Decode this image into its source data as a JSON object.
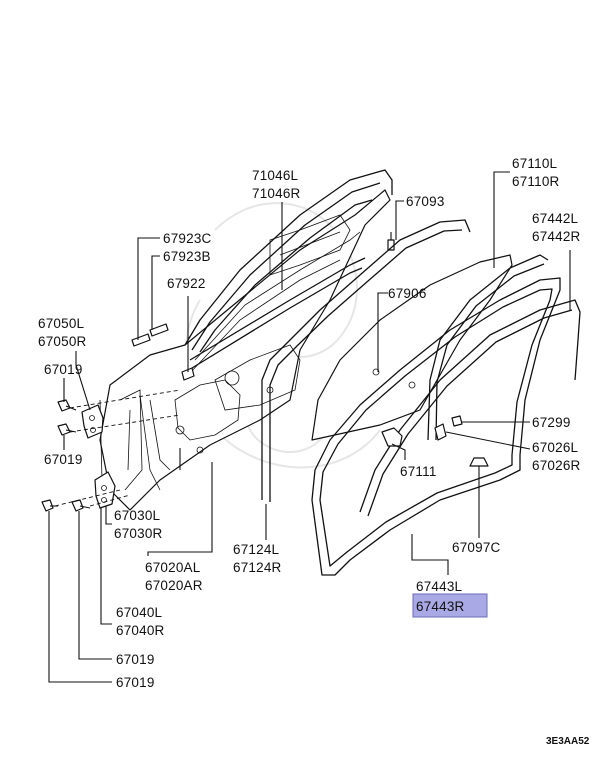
{
  "diagram_code": "3E3AA52",
  "highlight_color": "#a9a9e6",
  "labels": {
    "p71046l": "71046L",
    "p71046r": "71046R",
    "p67093": "67093",
    "p67110l": "67110L",
    "p67110r": "67110R",
    "p67923c": "67923C",
    "p67923b": "67923B",
    "p67442l": "67442L",
    "p67442r": "67442R",
    "p67922": "67922",
    "p67906": "67906",
    "p67050l": "67050L",
    "p67050r": "67050R",
    "p67019a": "67019",
    "p67019b": "67019",
    "p67299": "67299",
    "p67026l": "67026L",
    "p67026r": "67026R",
    "p67111": "67111",
    "p67030l": "67030L",
    "p67030r": "67030R",
    "p67097c": "67097C",
    "p67124l": "67124L",
    "p67124r": "67124R",
    "p67020al": "67020AL",
    "p67020ar": "67020AR",
    "p67443l": "67443L",
    "p67443r": "67443R",
    "p67040l": "67040L",
    "p67040r": "67040R",
    "p67019c": "67019",
    "p67019d": "67019"
  }
}
